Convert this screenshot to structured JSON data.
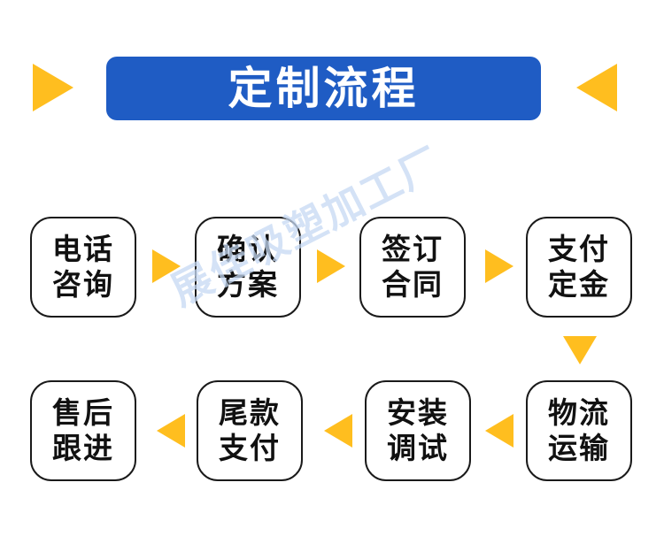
{
  "header": {
    "title": "定制流程"
  },
  "watermark": "展佳吸塑加工厂",
  "steps": [
    {
      "line1": "电话",
      "line2": "咨询"
    },
    {
      "line1": "确认",
      "line2": "方案"
    },
    {
      "line1": "签订",
      "line2": "合同"
    },
    {
      "line1": "支付",
      "line2": "定金"
    },
    {
      "line1": "物流",
      "line2": "运输"
    },
    {
      "line1": "安装",
      "line2": "调试"
    },
    {
      "line1": "尾款",
      "line2": "支付"
    },
    {
      "line1": "售后",
      "line2": "跟进"
    }
  ],
  "colors": {
    "banner": "#1f5cc4",
    "arrow": "#ffbe1f",
    "border": "#1a1a1a",
    "watermark": "#c6d9f3"
  }
}
